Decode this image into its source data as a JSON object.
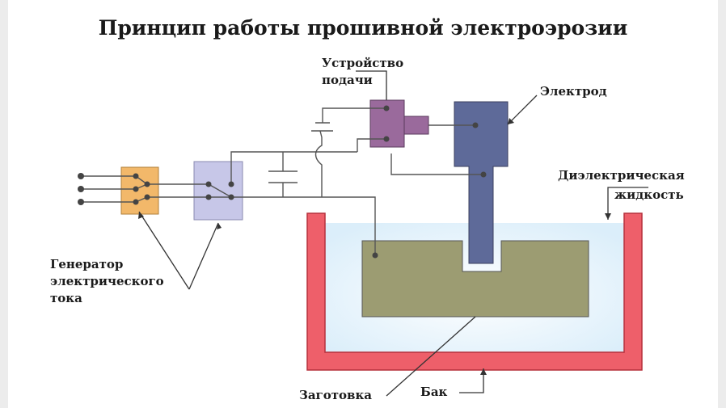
{
  "title": "Принцип работы прошивной электроэрозии",
  "labels": {
    "feed_device_line1": "Устройство",
    "feed_device_line2": "подачи",
    "electrode": "Электрод",
    "dielectric_line1": "Диэлектрическая",
    "dielectric_line2": "жидкость",
    "generator_line1": "Генератор",
    "generator_line2": "электрического",
    "generator_line3": "тока",
    "workpiece": "Заготовка",
    "tank": "Бак"
  },
  "colors": {
    "tank": "#ee5f6a",
    "fluid": "#dbeefa",
    "workpiece": "#9c9c72",
    "electrode": "#5e6a99",
    "feed_device": "#9a6a9c",
    "generator_left": "#f2b86a",
    "generator_right": "#c7c7e8",
    "wire": "#555555"
  }
}
